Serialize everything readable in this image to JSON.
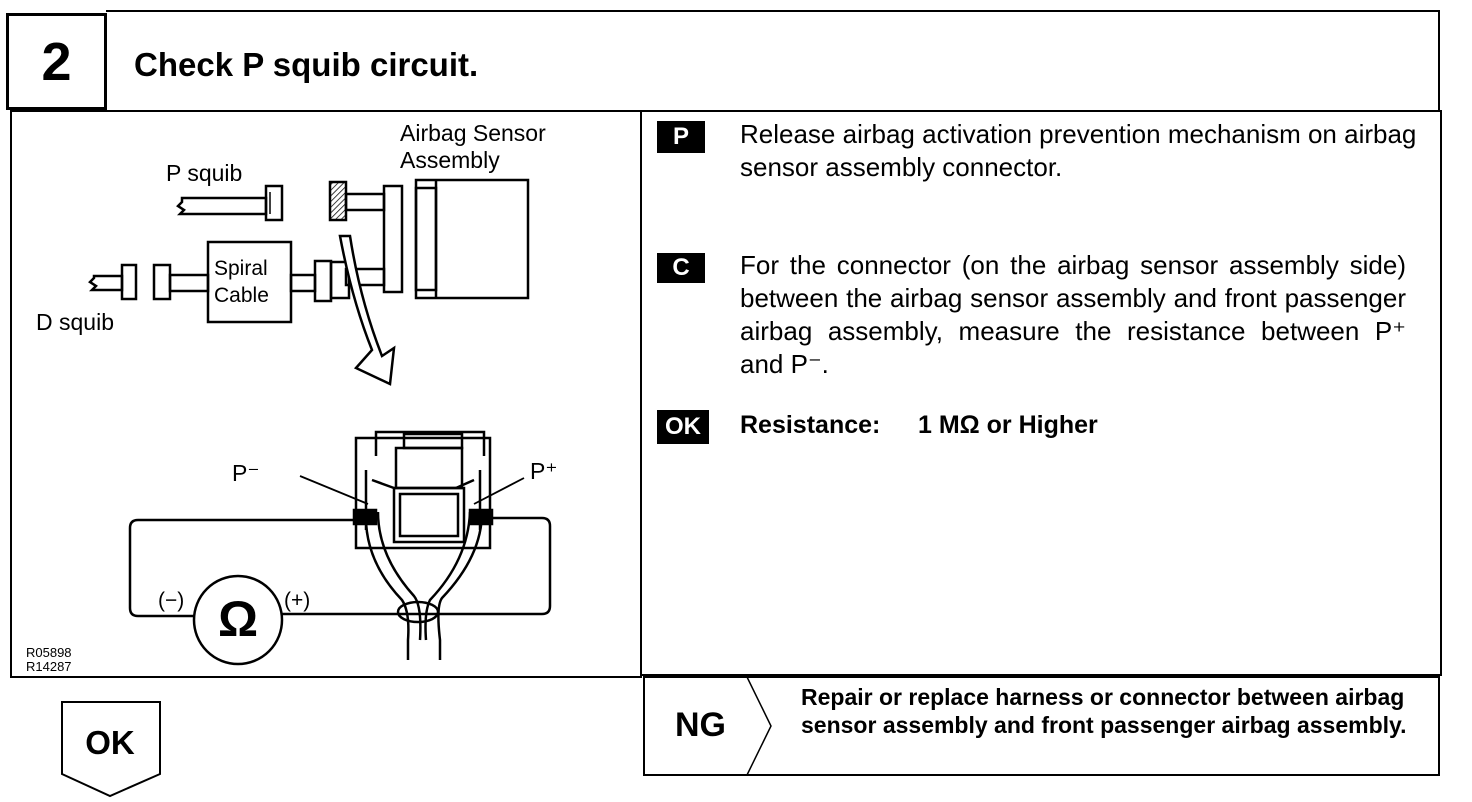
{
  "header": {
    "step_number": "2",
    "title": "Check P squib circuit."
  },
  "diagram": {
    "label_p_squib": "P squib",
    "label_d_squib": "D squib",
    "label_sensor_line1": "Airbag Sensor",
    "label_sensor_line2": "Assembly",
    "label_spiral_line1": "Spiral",
    "label_spiral_line2": "Cable",
    "label_p_minus": "P⁻",
    "label_p_plus": "P⁺",
    "label_meter_minus": "(−)",
    "label_meter_plus": "(+)",
    "ohm_symbol": "Ω",
    "figure_codes": "R05898\nR14287"
  },
  "steps": {
    "p": {
      "tag": "P",
      "text": "Release airbag activation prevention mechanism on airbag sensor assembly connector."
    },
    "c": {
      "tag": "C",
      "text": "For the connector (on the airbag sensor assembly side) between the airbag sensor assembly and front passenger airbag assembly, measure the resistance between P⁺ and P⁻."
    },
    "ok": {
      "tag": "OK",
      "label": "Resistance:",
      "value": "1 MΩ or Higher"
    }
  },
  "results": {
    "ng_label": "NG",
    "ng_text": "Repair or replace harness or connector between airbag sensor assembly and front passenger airbag assembly.",
    "ok_label": "OK"
  }
}
